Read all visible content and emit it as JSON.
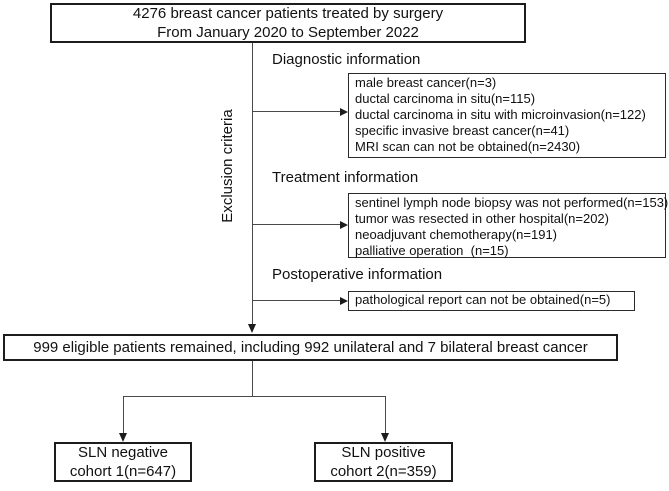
{
  "flowchart": {
    "top_box": {
      "line1": "4276 breast cancer patients treated by surgery",
      "line2": "From January 2020 to September 2022"
    },
    "exclusion_label": "Exclusion criteria",
    "sections": [
      {
        "label": "Diagnostic information",
        "items": [
          "male breast cancer(n=3)",
          "ductal carcinoma in situ(n=115)",
          "ductal carcinoma in situ with microinvasion(n=122)",
          "specific invasive breast cancer(n=41)",
          "MRI scan can not be obtained(n=2430)"
        ]
      },
      {
        "label": "Treatment information",
        "items": [
          "sentinel lymph node biopsy was not performed(n=153)",
          "tumor was resected in other hospital(n=202)",
          "neoadjuvant chemotherapy(n=191)",
          "palliative operation  (n=15)"
        ]
      },
      {
        "label": "Postoperative information",
        "items": [
          "pathological report can not be obtained(n=5)"
        ]
      }
    ],
    "eligible_box": "999 eligible patients remained, including 992 unilateral and 7 bilateral breast cancer",
    "cohorts": [
      {
        "line1": "SLN negative",
        "line2": "cohort 1(n=647)"
      },
      {
        "line1": "SLN positive",
        "line2": "cohort 2(n=359)"
      }
    ],
    "colors": {
      "border": "#1c1c1c",
      "text": "#111111",
      "background": "#ffffff",
      "line": "#4a4a4a"
    }
  }
}
